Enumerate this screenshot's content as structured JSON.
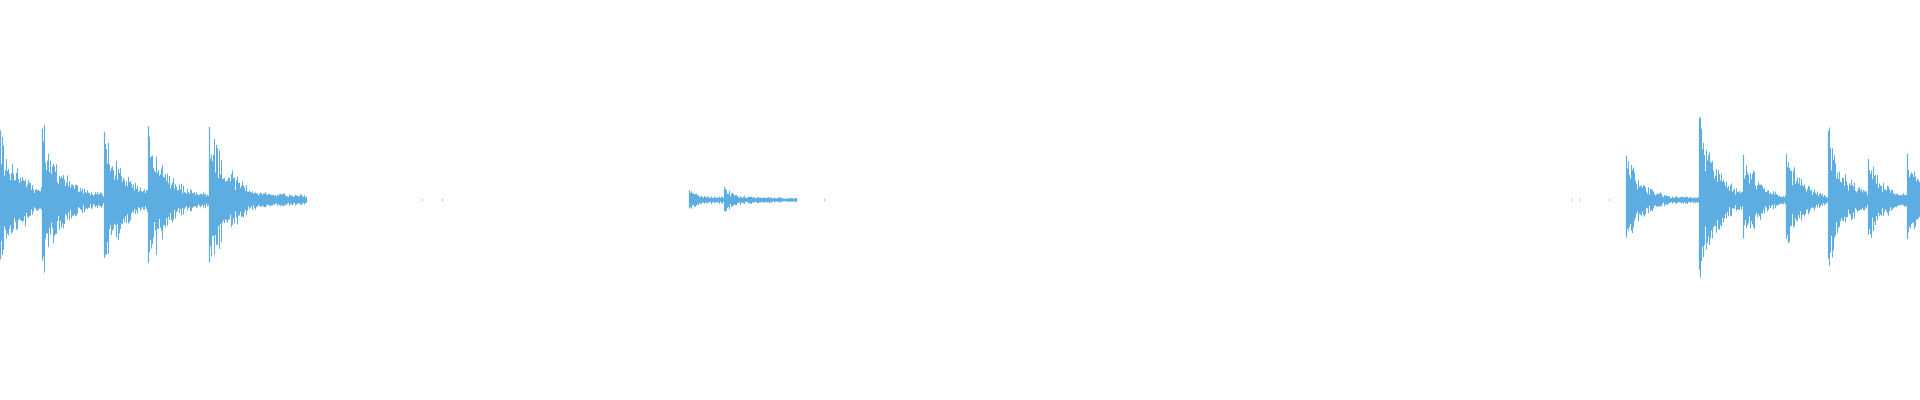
{
  "waveform": {
    "color": "#5dade2",
    "background": "#ffffff",
    "segments": [
      {
        "onsets": [
          0,
          0.022,
          0.054,
          0.077,
          0.109
        ],
        "end": 0.16,
        "peaks": [
          0.85,
          0.87,
          0.83,
          0.9,
          0.89
        ],
        "floor": 0.16,
        "decay": 0.012
      },
      {
        "onsets": [
          0.359,
          0.377
        ],
        "end": 0.415,
        "peaks": [
          0.12,
          0.16
        ],
        "floor": 0.1,
        "decay": 0.008
      },
      {
        "onsets": [
          0.847,
          0.885,
          0.908,
          0.93,
          0.952,
          0.973,
          0.993
        ],
        "end": 1.0,
        "peaks": [
          0.54,
          1.0,
          0.55,
          0.56,
          0.84,
          0.5,
          0.56
        ],
        "floor": 0.1,
        "decay": 0.01
      }
    ],
    "specks": [
      0.22,
      0.23,
      0.429,
      0.819,
      0.823,
      0.838
    ]
  }
}
